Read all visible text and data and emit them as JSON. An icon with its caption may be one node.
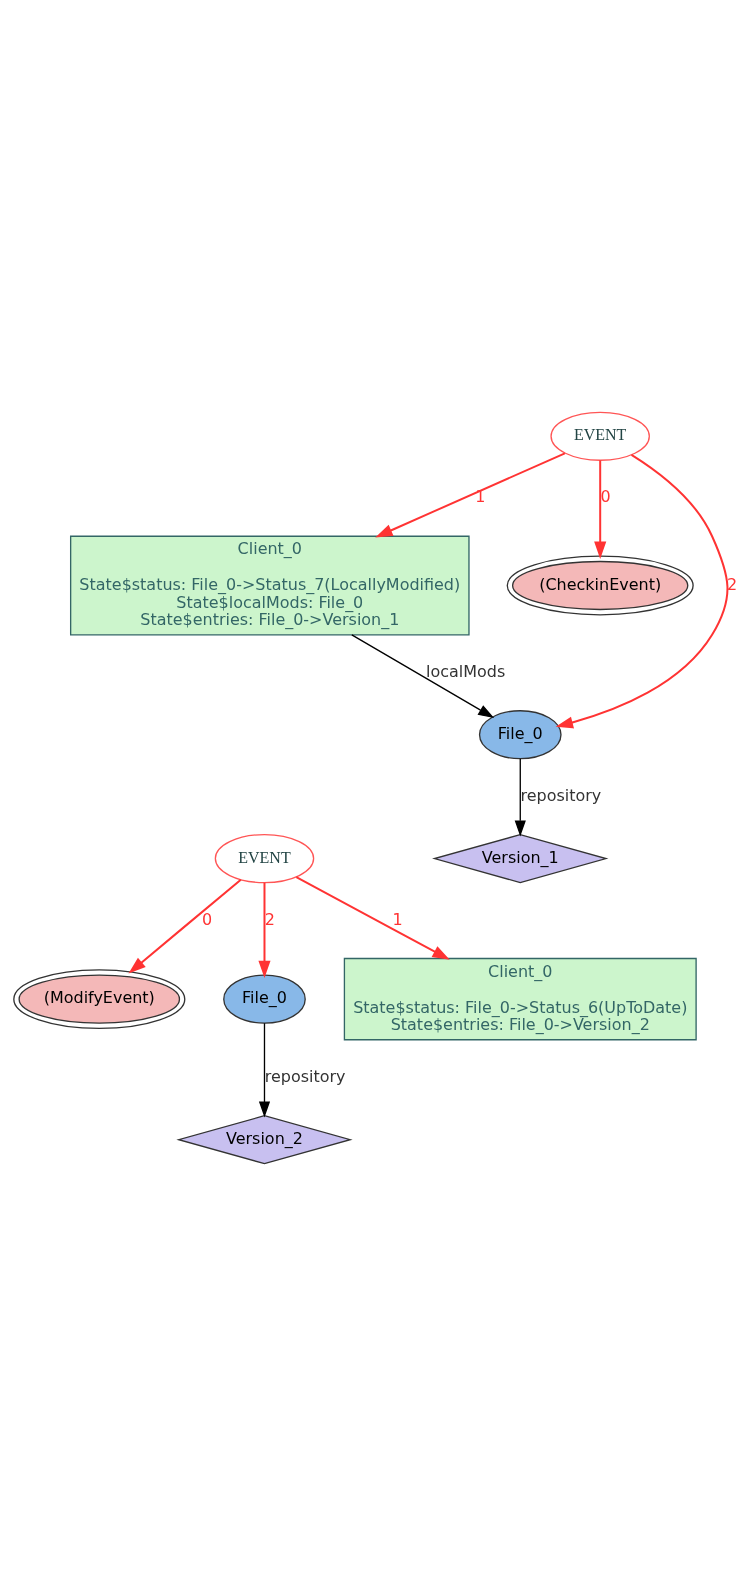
{
  "diagram": {
    "nodes": [
      {
        "text": [
          "Client_0",
          "State$status: File_0->Status_7(LocallyModified)",
          "State$localMods: File_0",
          "State$entries: File_0->Version_1"
        ]
      },
      {
        "text": [
          "EVENT"
        ]
      },
      {
        "text": [
          "(CheckinEvent)"
        ]
      },
      {
        "text": [
          "File_0"
        ]
      },
      {
        "text": [
          "Version_1"
        ]
      },
      {
        "text": [
          "Client_0",
          "State$status: File_0->Status_6(UpToDate)",
          "State$entries: File_0->Version_2"
        ]
      },
      {
        "text": [
          "EVENT"
        ]
      },
      {
        "text": [
          "(ModifyEvent)"
        ]
      },
      {
        "text": [
          "File_0"
        ]
      },
      {
        "text": [
          "Version_2"
        ]
      }
    ],
    "edges": [
      {
        "from": 1,
        "to": 0,
        "arrow": "to",
        "label": "1"
      },
      {
        "from": 1,
        "to": 2,
        "arrow": "to",
        "label": "0"
      },
      {
        "from": 1,
        "to": 3,
        "arrow": "to",
        "label": "2"
      },
      {
        "from": 0,
        "to": 3,
        "arrow": "to",
        "label": "localMods",
        "color": "#000000"
      },
      {
        "from": 3,
        "to": 4,
        "arrow": "to",
        "label": "repository",
        "color": "#000000"
      },
      {
        "from": 6,
        "to": 5,
        "arrow": "to",
        "label": "1"
      },
      {
        "from": 6,
        "to": 7,
        "arrow": "to",
        "label": "0"
      },
      {
        "from": 6,
        "to": 8,
        "arrow": "to",
        "label": "2"
      },
      {
        "from": 8,
        "to": 9,
        "arrow": "to",
        "label": "repository",
        "color": "#000000"
      }
    ]
  }
}
